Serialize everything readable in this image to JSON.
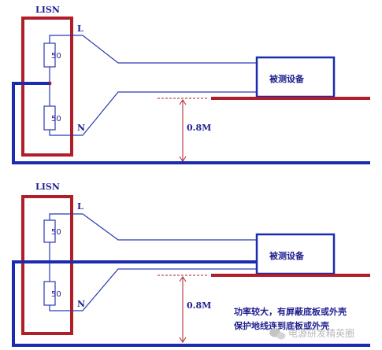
{
  "colors": {
    "frame_red": "#b01e2a",
    "ground_blue": "#1a2bb0",
    "wire_blue": "#2a3ab0",
    "text": "#1f1f8f",
    "watermark": "#b9b9b9"
  },
  "top": {
    "lisn_label": "LISN",
    "line_label": "L",
    "neutral_label": "N",
    "res_top": "50",
    "res_bottom": "50",
    "device_label": "被测设备",
    "distance_label": "0.8M"
  },
  "bottom": {
    "lisn_label": "LISN",
    "line_label": "L",
    "neutral_label": "N",
    "res_top": "50",
    "res_bottom": "50",
    "device_label": "被测设备",
    "distance_label": "0.8M",
    "note_line1": "功率较大，有屏蔽底板或外壳",
    "note_line2": "保护地线连到底板或外壳"
  },
  "watermark": {
    "text": "电源研发精英圈",
    "icon": "wechat-icon"
  }
}
